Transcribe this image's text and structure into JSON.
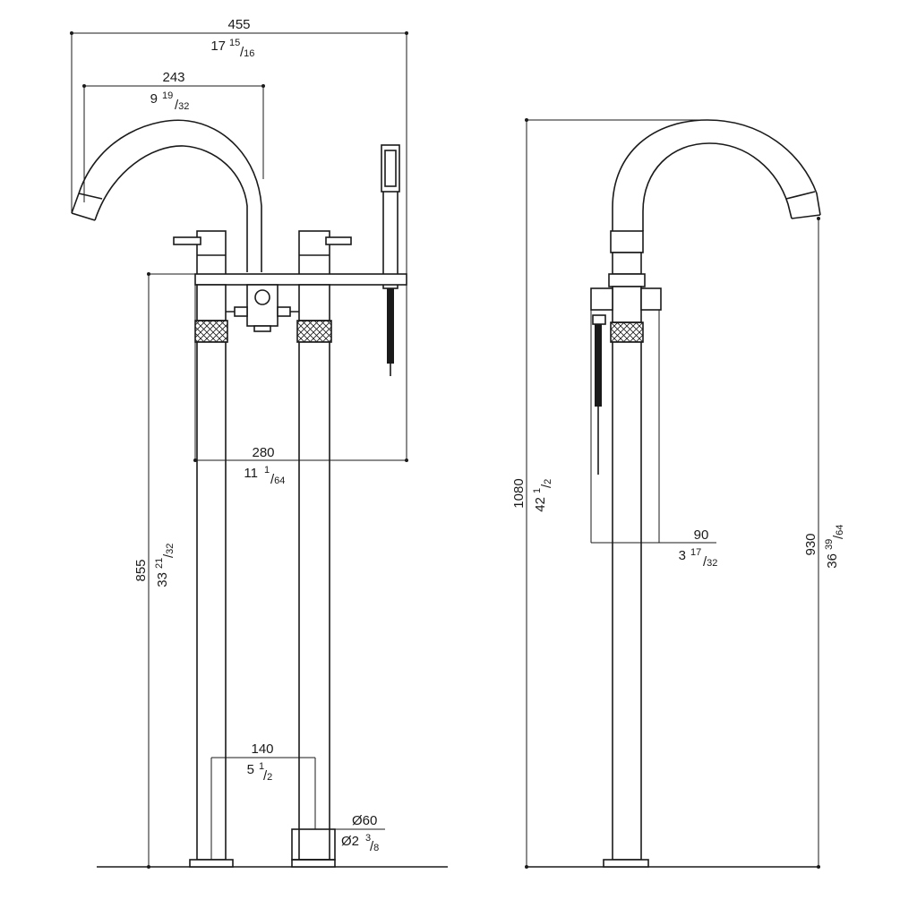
{
  "dimensions": {
    "front_overall_width": {
      "mm": "455",
      "inch_whole": "17",
      "inch_num": "15",
      "inch_den": "16"
    },
    "front_spout_reach": {
      "mm": "243",
      "inch_whole": "9",
      "inch_num": "19",
      "inch_den": "32"
    },
    "front_deck_width": {
      "mm": "280",
      "inch_whole": "11",
      "inch_num": "1",
      "inch_den": "64"
    },
    "front_leg_spacing": {
      "mm": "140",
      "inch_whole": "5",
      "inch_num": "1",
      "inch_den": "2"
    },
    "front_leg_diameter": {
      "mm": "Ø60",
      "inch_whole": "Ø2",
      "inch_num": "3",
      "inch_den": "8"
    },
    "front_deck_height": {
      "mm": "855",
      "inch_whole": "33",
      "inch_num": "21",
      "inch_den": "32"
    },
    "side_total_height": {
      "mm": "1080",
      "inch_whole": "42",
      "inch_num": "1",
      "inch_den": "2"
    },
    "side_handshower_depth": {
      "mm": "90",
      "inch_whole": "3",
      "inch_num": "17",
      "inch_den": "32"
    },
    "side_spout_height": {
      "mm": "930",
      "inch_whole": "36",
      "inch_num": "39",
      "inch_den": "64"
    }
  }
}
